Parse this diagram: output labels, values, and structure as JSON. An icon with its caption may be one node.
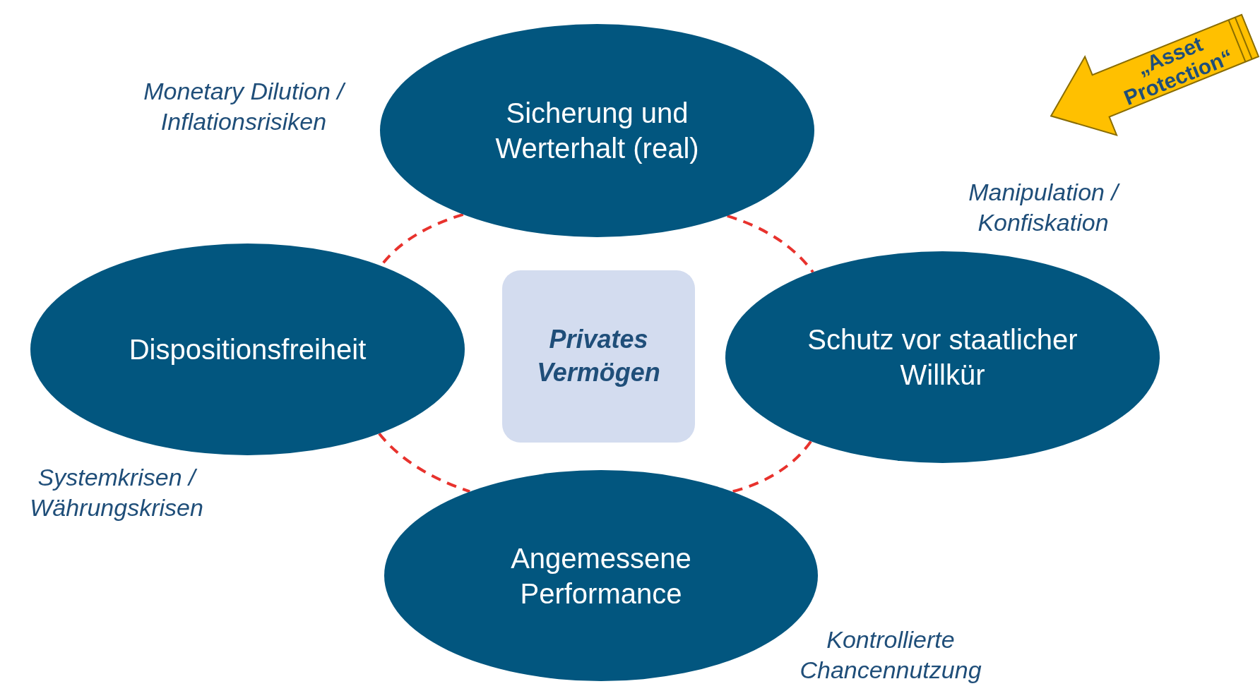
{
  "diagram": {
    "nodes": [
      {
        "text": [
          "Sicherung und Werterhalt (real)"
        ]
      },
      {
        "text": [
          "Dispositionsfreiheit"
        ]
      },
      {
        "text": [
          "Privates Vermögen"
        ]
      },
      {
        "text": [
          "Schutz vor staatlicher Willkür"
        ]
      },
      {
        "text": [
          "Angemessene Performance"
        ]
      },
      {
        "text": [
          "„Asset Protection“"
        ]
      }
    ],
    "edges": [
      {
        "from": 0,
        "to": 1,
        "arrow": "none",
        "style": "dashed",
        "color": "#e8322d"
      },
      {
        "from": 0,
        "to": 3,
        "arrow": "none",
        "style": "dashed",
        "color": "#e8322d"
      },
      {
        "from": 1,
        "to": 4,
        "arrow": "none",
        "style": "dashed",
        "color": "#e8322d"
      },
      {
        "from": 3,
        "to": 4,
        "arrow": "none",
        "style": "dashed",
        "color": "#e8322d"
      }
    ],
    "labels": [
      "Monetary Dilution / Inflationsrisiken",
      "Manipulation / Konfiskation",
      "Systemkrisen / Währungskrisen",
      "Kontrollierte Chancennutzung"
    ]
  }
}
